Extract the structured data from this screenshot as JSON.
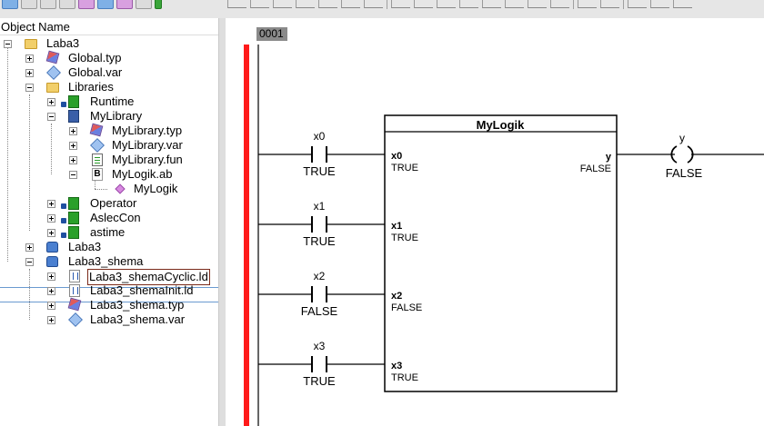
{
  "tree": {
    "header": "Object Name",
    "items": [
      {
        "label": "Laba3"
      },
      {
        "label": "Global.typ"
      },
      {
        "label": "Global.var"
      },
      {
        "label": "Libraries"
      },
      {
        "label": "Runtime"
      },
      {
        "label": "MyLibrary"
      },
      {
        "label": "MyLibrary.typ"
      },
      {
        "label": "MyLibrary.var"
      },
      {
        "label": "MyLibrary.fun"
      },
      {
        "label": "MyLogik.ab"
      },
      {
        "label": "MyLogik"
      },
      {
        "label": "Operator"
      },
      {
        "label": "AslecCon"
      },
      {
        "label": "astime"
      },
      {
        "label": "Laba3"
      },
      {
        "label": "Laba3_shema"
      },
      {
        "label": "Laba3_shemaCyclic.ld"
      },
      {
        "label": "Laba3_shemaInit.ld"
      },
      {
        "label": "Laba3_shema.typ"
      },
      {
        "label": "Laba3_shema.var"
      }
    ]
  },
  "editor": {
    "rung_number": "0001",
    "function_block": {
      "name": "MyLogik",
      "inputs": [
        {
          "pin": "x0",
          "value": "TRUE"
        },
        {
          "pin": "x1",
          "value": "TRUE"
        },
        {
          "pin": "x2",
          "value": "FALSE"
        },
        {
          "pin": "x3",
          "value": "TRUE"
        }
      ],
      "output": {
        "pin": "y",
        "value": "FALSE"
      }
    },
    "contacts": [
      {
        "name": "x0",
        "state": "TRUE"
      },
      {
        "name": "x1",
        "state": "TRUE"
      },
      {
        "name": "x2",
        "state": "FALSE"
      },
      {
        "name": "x3",
        "state": "TRUE"
      }
    ],
    "coil": {
      "name": "y",
      "symbol": "( )",
      "state": "FALSE"
    }
  },
  "colors": {
    "power_rail": "#ff1a1a",
    "selection_border": "#6a9ad0"
  }
}
